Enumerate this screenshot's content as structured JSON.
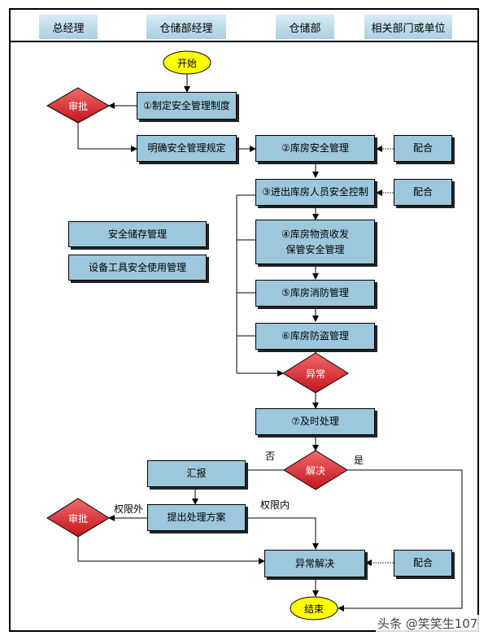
{
  "lanes": [
    "总经理",
    "仓储部经理",
    "仓储部",
    "相关部门或单位"
  ],
  "nodes": {
    "start": "开始",
    "step1": "①制定安全管理制度",
    "approve_top": "审批",
    "clarify": "明确安全管理规定",
    "step2": "②库房安全管理",
    "coop1": "配合",
    "step3": "③进出库房人员安全控制",
    "coop2": "配合",
    "storage_mgmt": "安全储存管理",
    "equip_mgmt": "设备工具安全使用管理",
    "step4_line1": "④库房物资收发",
    "step4_line2": "保管安全管理",
    "step5": "⑤库房消防管理",
    "step6": "⑥库房防盗管理",
    "abnormal": "异常",
    "step7": "⑦及时处理",
    "resolve": "解决",
    "report": "汇报",
    "propose": "提出处理方案",
    "approve_bottom": "审批",
    "abnormal_resolve": "异常解决",
    "coop3": "配合",
    "end": "结束"
  },
  "labels": {
    "no": "否",
    "yes": "是",
    "beyond_authority": "权限外",
    "within_authority": "权限内"
  },
  "watermark": "头条 @笑笑生107",
  "colors": {
    "box_fill": "#9cc7dc",
    "diamond_fill": "#d9222a",
    "oval_fill": "#ffff00",
    "header_fill": "#bcdcea"
  }
}
